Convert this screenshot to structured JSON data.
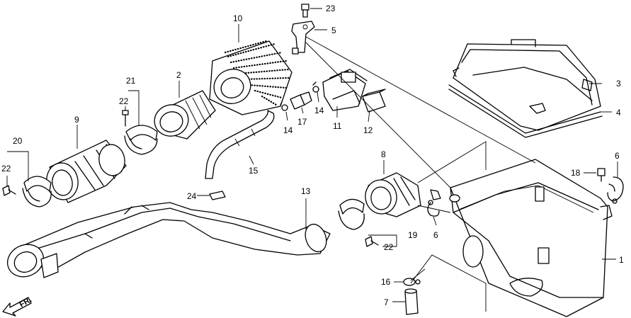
{
  "callouts": {
    "c23": "23",
    "c5": "5",
    "c10": "10",
    "c3": "3",
    "c4": "4",
    "c2": "2",
    "c21": "21",
    "c22_21": "22",
    "c9": "9",
    "c20": "20",
    "c22_20": "22",
    "c14_a": "14",
    "c14_b": "14",
    "c17": "17",
    "c11": "11",
    "c12": "12",
    "c15": "15",
    "c8": "8",
    "c6_right": "6",
    "c18": "18",
    "c24": "24",
    "c13": "13",
    "c6_mid": "6",
    "c19": "19",
    "c22_19": "22",
    "c1": "1",
    "c16": "16",
    "c7": "7"
  },
  "direction_label": "FR."
}
